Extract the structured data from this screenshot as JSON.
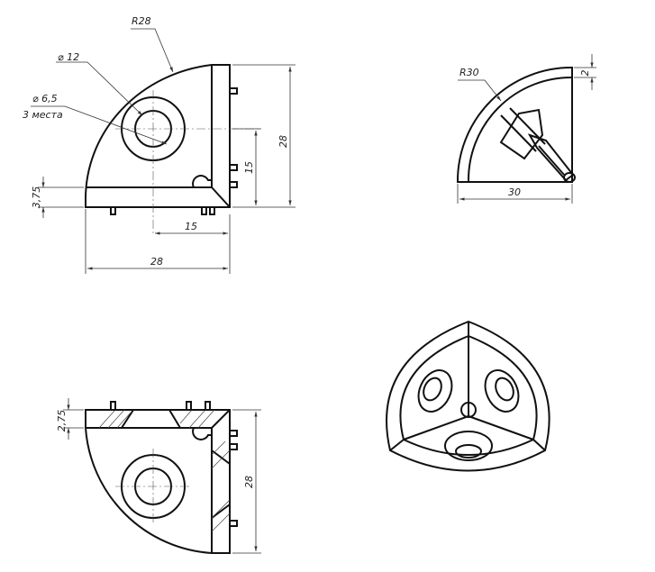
{
  "views": {
    "top": {
      "radius_label": "R28",
      "dia_big_label": "⌀ 12",
      "dia_small_label": "⌀ 6,5",
      "holes_note": "3 места",
      "dim_height": "28",
      "dim_width": "28",
      "dim_hole_x": "15",
      "dim_hole_y": "15",
      "dim_flange": "3,75"
    },
    "side": {
      "radius_label": "R30",
      "dim_width": "30",
      "dim_thickness": "2"
    },
    "front": {
      "dim_flange": "2,75",
      "dim_height": "28"
    }
  }
}
